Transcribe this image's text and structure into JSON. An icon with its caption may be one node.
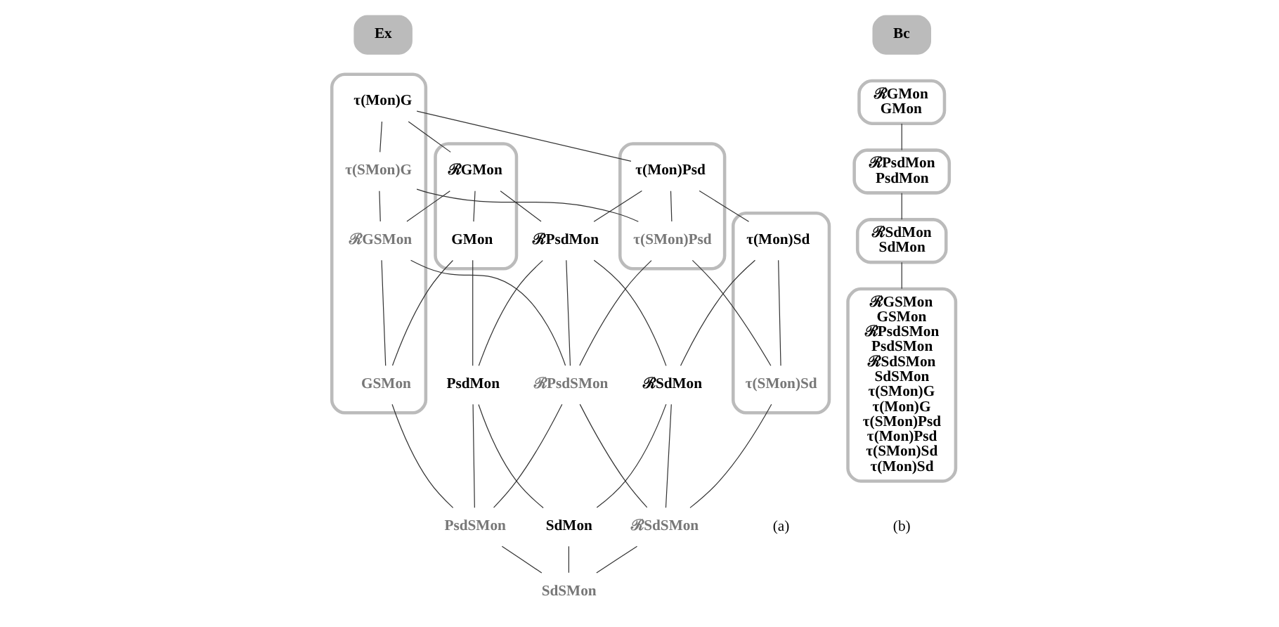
{
  "diagram": {
    "nodes": [
      {
        "text": [
          "Ex"
        ]
      },
      {
        "text": [],
        "shape": "box"
      },
      {
        "text": [
          "ℛGMon"
        ],
        "in": 1
      },
      {
        "text": [
          "GMon"
        ],
        "in": 1
      },
      {
        "text": [],
        "shape": "box"
      },
      {
        "text": [
          "τ(Mon)G"
        ],
        "in": 4
      },
      {
        "text": [
          "τ(SMon)G"
        ],
        "in": 4
      },
      {
        "text": [
          "ℛGSMon"
        ],
        "in": 4
      },
      {
        "text": [
          "GSMon"
        ],
        "in": 4
      },
      {
        "text": [
          "ℛPsdMon"
        ]
      },
      {
        "text": [
          "PsdMon"
        ]
      },
      {
        "text": [],
        "shape": "box"
      },
      {
        "text": [
          "τ(Mon)Psd"
        ],
        "in": 11
      },
      {
        "text": [
          "τ(SMon)Psd"
        ],
        "in": 11
      },
      {
        "text": [
          "ℛPsdSMon"
        ]
      },
      {
        "text": [
          "PsdSMon"
        ]
      },
      {
        "text": [
          "ℛSdMon"
        ]
      },
      {
        "text": [
          "SdMon"
        ]
      },
      {
        "text": [],
        "shape": "box"
      },
      {
        "text": [
          "τ(Mon)Sd"
        ],
        "in": 18
      },
      {
        "text": [
          "τ(SMon)Sd"
        ],
        "in": 18
      },
      {
        "text": [
          "ℛSdSMon"
        ]
      },
      {
        "text": [
          "SdSMon"
        ]
      },
      {
        "text": [
          "Bc"
        ]
      },
      {
        "text": [
          "ℛGMon",
          "GMon"
        ]
      },
      {
        "text": [
          "ℛPsdMon",
          "PsdMon"
        ]
      },
      {
        "text": [
          "ℛSdMon",
          "SdMon"
        ]
      },
      {
        "text": [
          "ℛGSMon",
          "GSMon",
          "ℛPsdSMon",
          "PsdSMon",
          "ℛSdSMon",
          "SdSMon",
          "τ(SMon)G",
          "τ(Mon)G",
          "τ(SMon)Psd",
          "τ(Mon)Psd",
          "τ(SMon)Sd",
          "τ(Mon)Sd"
        ]
      }
    ],
    "edges": [
      {
        "from": 5,
        "to": 2,
        "arrow": "none"
      },
      {
        "from": 2,
        "to": 3,
        "arrow": "none"
      },
      {
        "from": 5,
        "to": 6,
        "arrow": "none"
      },
      {
        "from": 2,
        "to": 7,
        "arrow": "none"
      },
      {
        "from": 3,
        "to": 8,
        "arrow": "none"
      },
      {
        "from": 6,
        "to": 7,
        "arrow": "none"
      },
      {
        "from": 7,
        "to": 8,
        "arrow": "none"
      },
      {
        "from": 12,
        "to": 9,
        "arrow": "none"
      },
      {
        "from": 9,
        "to": 10,
        "arrow": "none"
      },
      {
        "from": 12,
        "to": 13,
        "arrow": "none"
      },
      {
        "from": 9,
        "to": 14,
        "arrow": "none"
      },
      {
        "from": 10,
        "to": 15,
        "arrow": "none"
      },
      {
        "from": 13,
        "to": 14,
        "arrow": "none"
      },
      {
        "from": 14,
        "to": 15,
        "arrow": "none"
      },
      {
        "from": 19,
        "to": 16,
        "arrow": "none"
      },
      {
        "from": 16,
        "to": 17,
        "arrow": "none"
      },
      {
        "from": 19,
        "to": 20,
        "arrow": "none"
      },
      {
        "from": 16,
        "to": 21,
        "arrow": "none"
      },
      {
        "from": 17,
        "to": 22,
        "arrow": "none"
      },
      {
        "from": 20,
        "to": 21,
        "arrow": "none"
      },
      {
        "from": 21,
        "to": 22,
        "arrow": "none"
      },
      {
        "from": 5,
        "to": 12,
        "arrow": "none"
      },
      {
        "from": 2,
        "to": 9,
        "arrow": "none"
      },
      {
        "from": 3,
        "to": 10,
        "arrow": "none"
      },
      {
        "from": 6,
        "to": 13,
        "arrow": "none"
      },
      {
        "from": 7,
        "to": 14,
        "arrow": "none"
      },
      {
        "from": 8,
        "to": 15,
        "arrow": "none"
      },
      {
        "from": 12,
        "to": 19,
        "arrow": "none"
      },
      {
        "from": 9,
        "to": 16,
        "arrow": "none"
      },
      {
        "from": 10,
        "to": 17,
        "arrow": "none"
      },
      {
        "from": 13,
        "to": 20,
        "arrow": "none"
      },
      {
        "from": 14,
        "to": 21,
        "arrow": "none"
      },
      {
        "from": 15,
        "to": 22,
        "arrow": "none"
      },
      {
        "from": 24,
        "to": 25,
        "arrow": "none"
      },
      {
        "from": 25,
        "to": 26,
        "arrow": "none"
      },
      {
        "from": 26,
        "to": 27,
        "arrow": "none"
      }
    ],
    "labels": [
      "(a)",
      "(b)"
    ]
  }
}
